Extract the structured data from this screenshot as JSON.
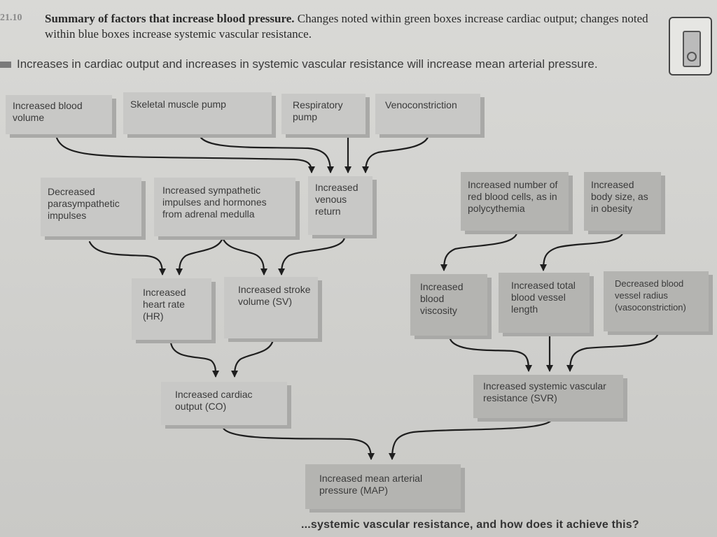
{
  "figure": {
    "number": "21.10",
    "title_bold": "Summary of factors that increase blood pressure.",
    "title_rest": "Changes noted within green boxes increase cardiac output; changes noted within blue boxes increase systemic vascular resistance.",
    "bullet": "Increases in cardiac output and increases in systemic vascular resistance will increase mean arterial pressure."
  },
  "nodes": {
    "blood_volume": "Increased blood volume",
    "skeletal_pump": "Skeletal muscle pump",
    "respiratory_pump": "Respiratory pump",
    "venoconstriction": "Venoconstriction",
    "parasympathetic": "Decreased parasympathetic impulses",
    "sympathetic": "Increased sympathetic impulses and hormones from adrenal medulla",
    "venous_return": "Increased venous return",
    "heart_rate": "Increased heart rate (HR)",
    "stroke_volume": "Increased stroke volume (SV)",
    "cardiac_output": "Increased cardiac output (CO)",
    "rbc": "Increased number of red blood cells, as in polycythemia",
    "body_size": "Increased body size, as in obesity",
    "viscosity": "Increased blood viscosity",
    "vessel_length": "Increased total blood vessel length",
    "vessel_radius": "Decreased blood vessel radius (vasoconstriction)",
    "svr": "Increased systemic vascular resistance (SVR)",
    "map": "Increased mean arterial pressure (MAP)"
  },
  "footer_question": "...systemic vascular resistance, and how does it achieve this?",
  "colors": {
    "box_light": "#c8c8c6",
    "box_dark": "#b4b4b1",
    "arrow": "#1e1e1e",
    "background": "#d6d6d3"
  }
}
